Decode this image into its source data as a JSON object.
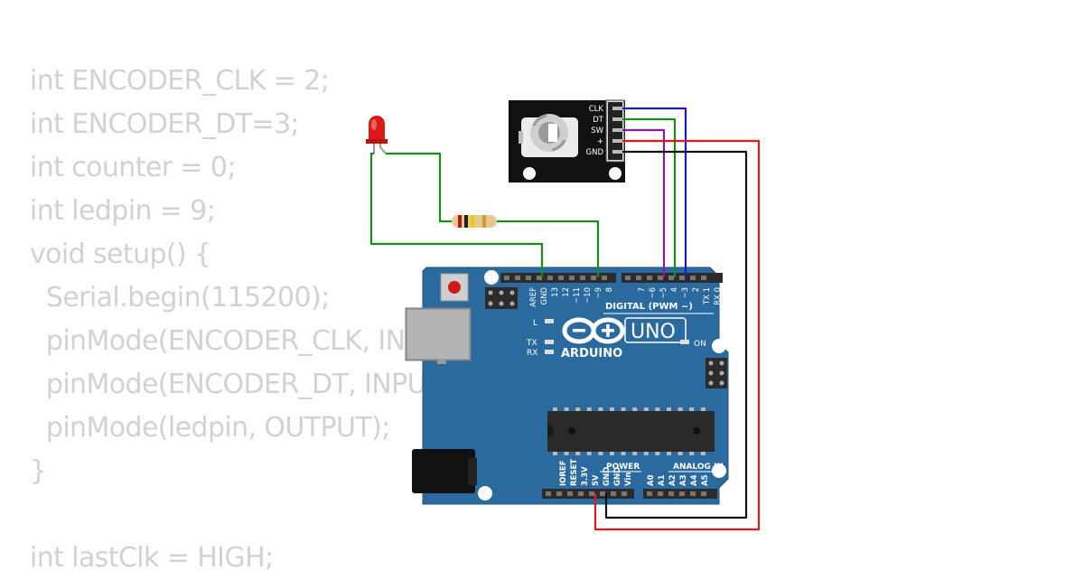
{
  "code": {
    "lines": [
      "int ENCODER_CLK = 2;",
      "int ENCODER_DT=3;",
      "int counter = 0;",
      "int ledpin = 9;",
      "void setup() {",
      "  Serial.begin(115200);",
      "  pinMode(ENCODER_CLK, INPUT);",
      "  pinMode(ENCODER_DT, INPUT);",
      "  pinMode(ledpin, OUTPUT);",
      "}",
      "",
      "int lastClk = HIGH;"
    ]
  },
  "encoder": {
    "pin_labels": [
      "CLK",
      "DT",
      "SW",
      "+",
      "GND"
    ]
  },
  "arduino": {
    "brand": "ARDUINO",
    "model": "UNO",
    "digital_label": "DIGITAL (PWM ~)",
    "power_label": "POWER",
    "analog_label": "ANALOG IN",
    "on_label": "ON",
    "l_label": "L",
    "tx_label": "TX",
    "rx_label": "RX",
    "digital_pins": [
      "AREF",
      "GND",
      "13",
      "12",
      "~11",
      "~10",
      "~9",
      "8",
      "7",
      "~6",
      "~5",
      "4",
      "~3",
      "2",
      "TX 1",
      "RX 0"
    ],
    "power_pins": [
      "IOREF",
      "RESET",
      "3.3V",
      "5V",
      "GND",
      "GND",
      "Vin"
    ],
    "analog_pins": [
      "A0",
      "A1",
      "A2",
      "A3",
      "A4",
      "A5"
    ]
  },
  "colors": {
    "board": "#2b6a9e",
    "wire_green": "#1a8a1a",
    "wire_blue": "#1a1acc",
    "wire_purple": "#8a1a9a",
    "wire_red": "#dd1a1a",
    "wire_black": "#111111",
    "code_text": "#d2d2d2"
  }
}
